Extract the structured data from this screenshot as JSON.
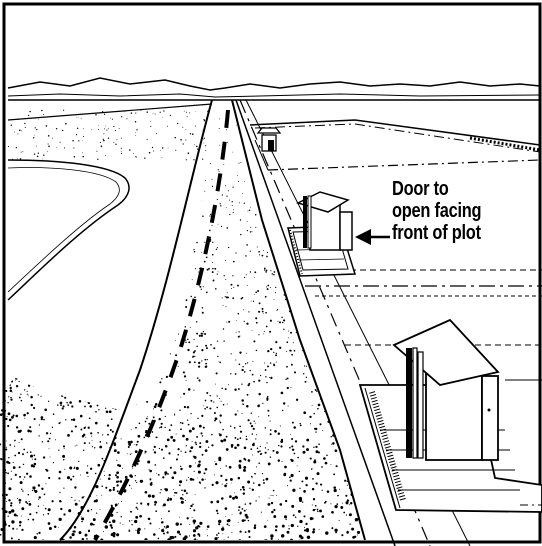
{
  "callout": {
    "lines": [
      "Door to",
      "open facing",
      "front of plot"
    ]
  },
  "icons": {
    "arrow": "arrow-left-icon"
  },
  "colors": {
    "ink": "#000000",
    "paper": "#ffffff"
  }
}
